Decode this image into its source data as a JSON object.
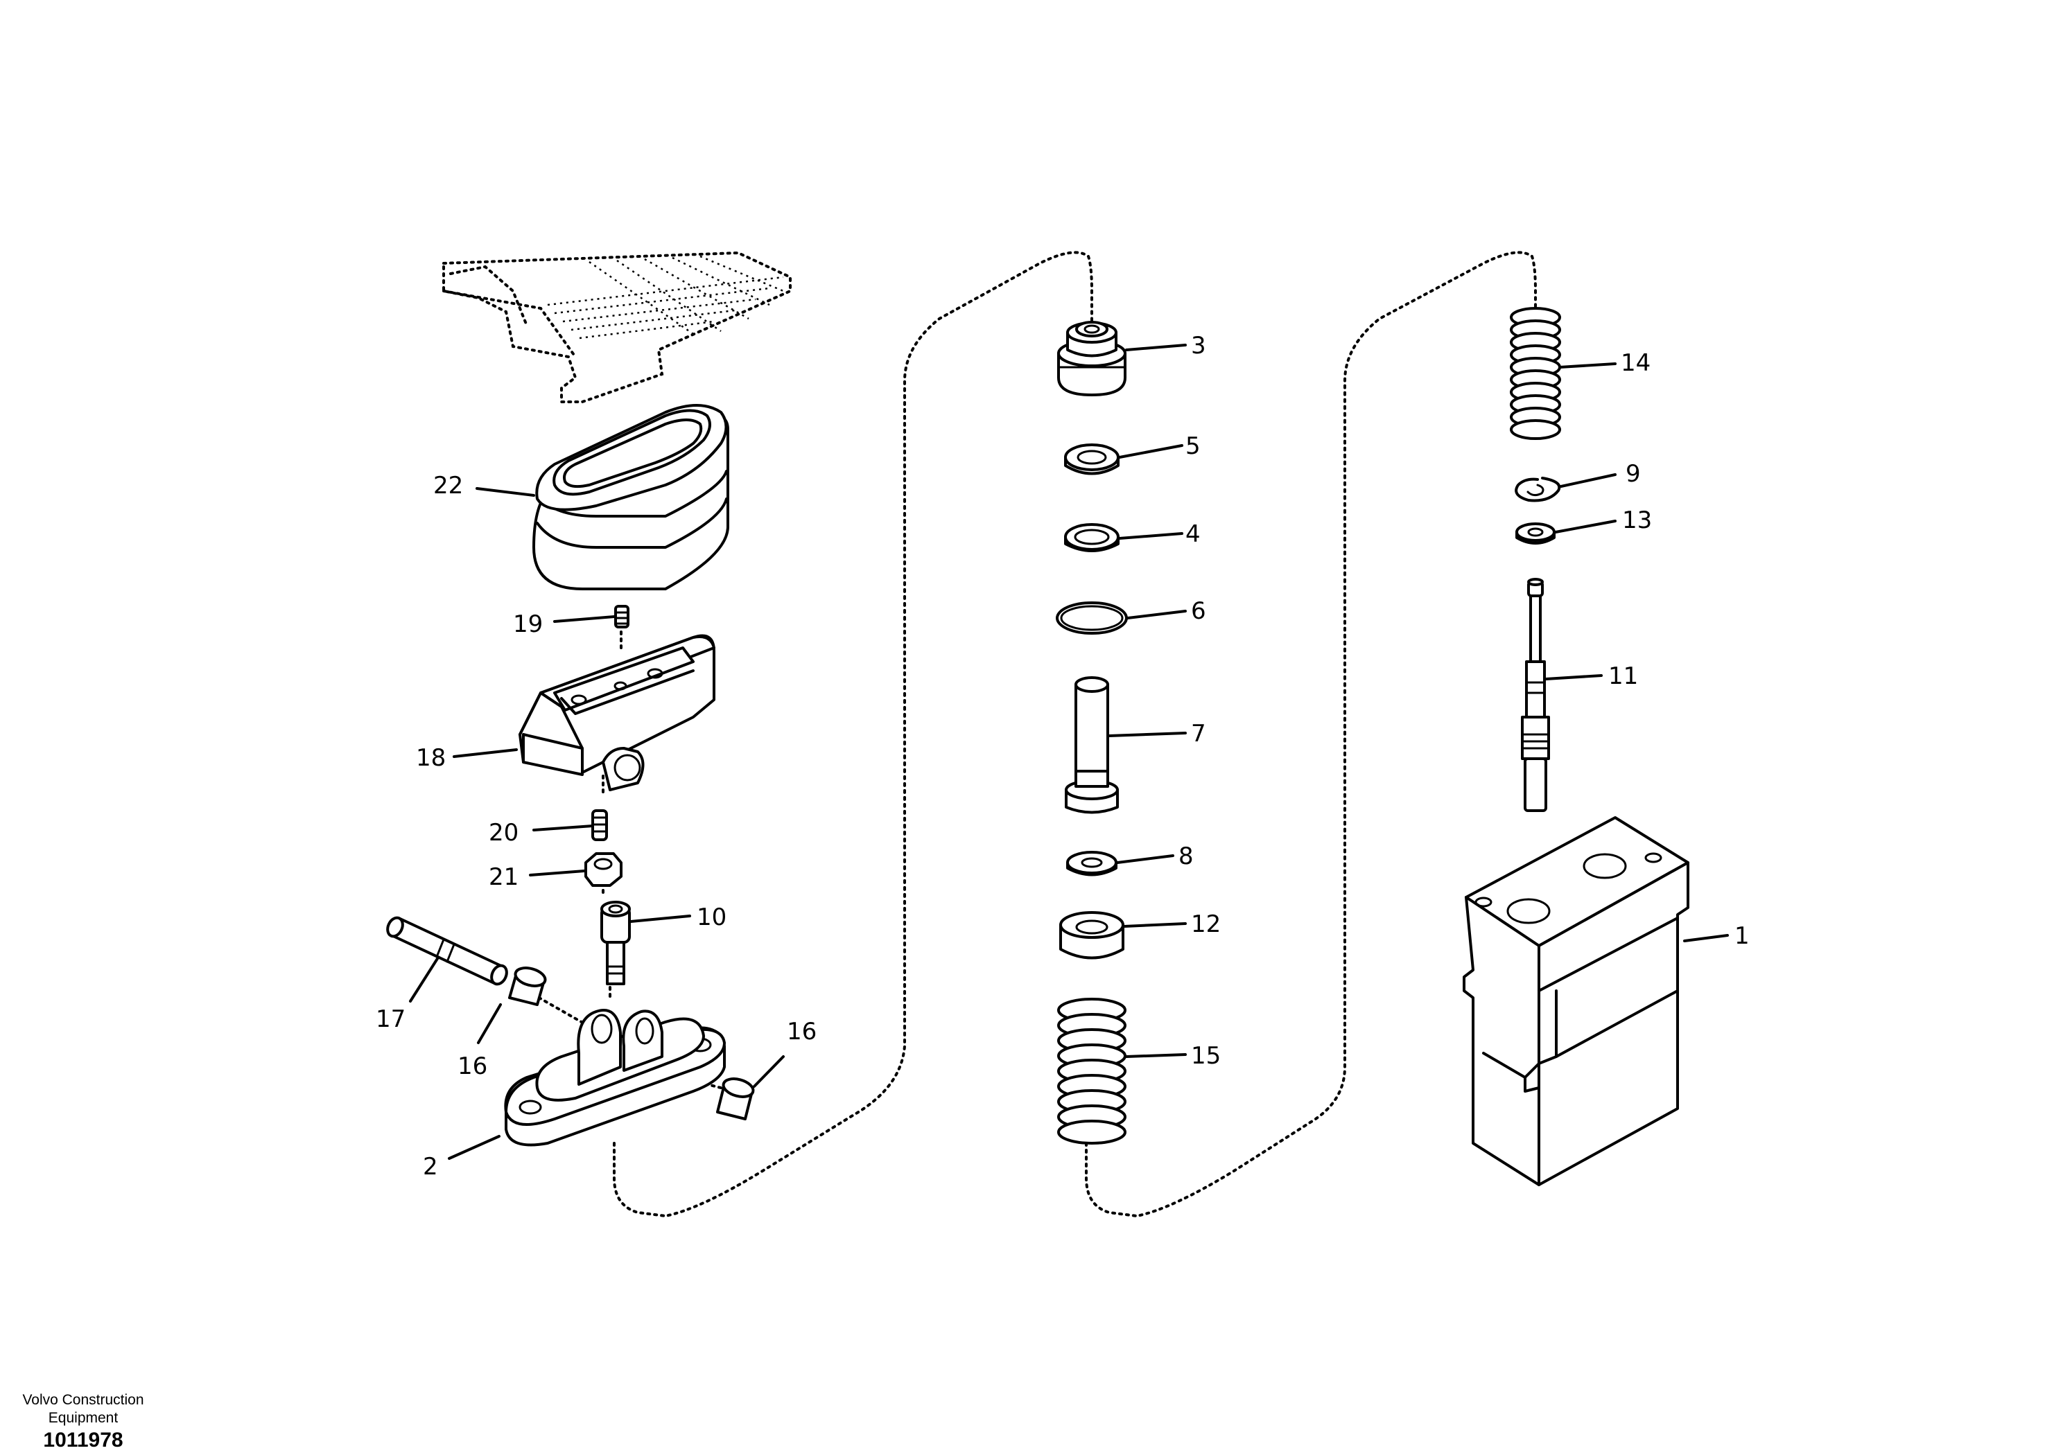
{
  "callouts": [
    {
      "id": "1",
      "label": "1"
    },
    {
      "id": "2",
      "label": "2"
    },
    {
      "id": "3",
      "label": "3"
    },
    {
      "id": "4",
      "label": "4"
    },
    {
      "id": "5",
      "label": "5"
    },
    {
      "id": "6",
      "label": "6"
    },
    {
      "id": "7",
      "label": "7"
    },
    {
      "id": "8",
      "label": "8"
    },
    {
      "id": "9",
      "label": "9"
    },
    {
      "id": "10",
      "label": "10"
    },
    {
      "id": "11",
      "label": "11"
    },
    {
      "id": "12",
      "label": "12"
    },
    {
      "id": "13",
      "label": "13"
    },
    {
      "id": "14",
      "label": "14"
    },
    {
      "id": "15",
      "label": "15"
    },
    {
      "id": "16a",
      "label": "16"
    },
    {
      "id": "16b",
      "label": "16"
    },
    {
      "id": "17",
      "label": "17"
    },
    {
      "id": "18",
      "label": "18"
    },
    {
      "id": "19",
      "label": "19"
    },
    {
      "id": "20",
      "label": "20"
    },
    {
      "id": "21",
      "label": "21"
    },
    {
      "id": "22",
      "label": "22"
    }
  ],
  "footer": {
    "company": "Volvo Construction Equipment",
    "drawing_number": "1011978"
  }
}
